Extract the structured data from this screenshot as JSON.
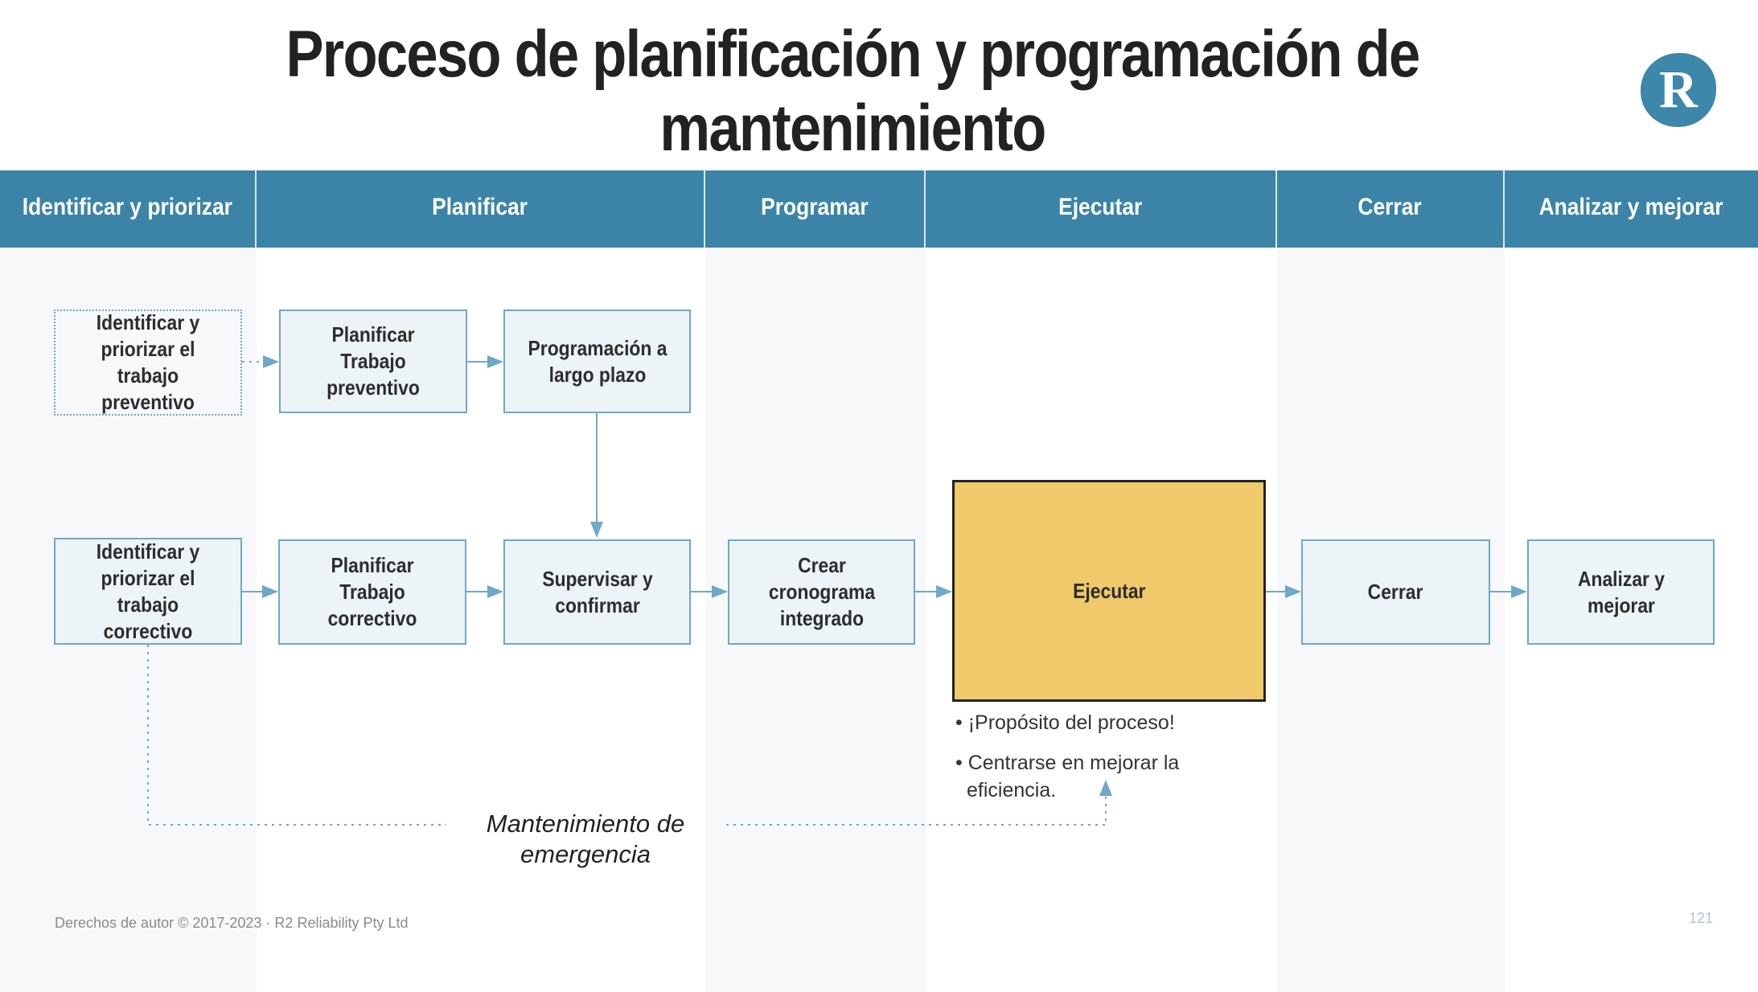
{
  "title": {
    "line1": "Proceso de planificación y programación de",
    "line2": "mantenimiento"
  },
  "logo": {
    "letter": "R"
  },
  "columns": [
    "Identificar y priorizar",
    "Planificar",
    "Programar",
    "Ejecutar",
    "Cerrar",
    "Analizar y mejorar"
  ],
  "boxes": {
    "identify_preventive": "Identificar y priorizar el trabajo preventivo",
    "plan_preventive": "Planificar Trabajo preventivo",
    "long_term": "Programación a largo plazo",
    "identify_corrective": "Identificar y priorizar el trabajo correctivo",
    "plan_corrective": "Planificar Trabajo correctivo",
    "supervise": "Supervisar y confirmar",
    "schedule": "Crear cronograma integrado",
    "execute": "Ejecutar",
    "close": "Cerrar",
    "analyze": "Analizar y mejorar"
  },
  "bullets": [
    "• ¡Propósito del proceso!",
    "• Centrarse en mejorar la eficiencia."
  ],
  "emergency_label": "Mantenimiento de emergencia",
  "footer": "Derechos de autor © 2017-2023 ·  R2 Reliability Pty Ltd",
  "page_number": "121",
  "colors": {
    "header": "#3b84a8",
    "box": "#ecf4f8",
    "border": "#6fa8c8",
    "execute": "#efc96a"
  }
}
